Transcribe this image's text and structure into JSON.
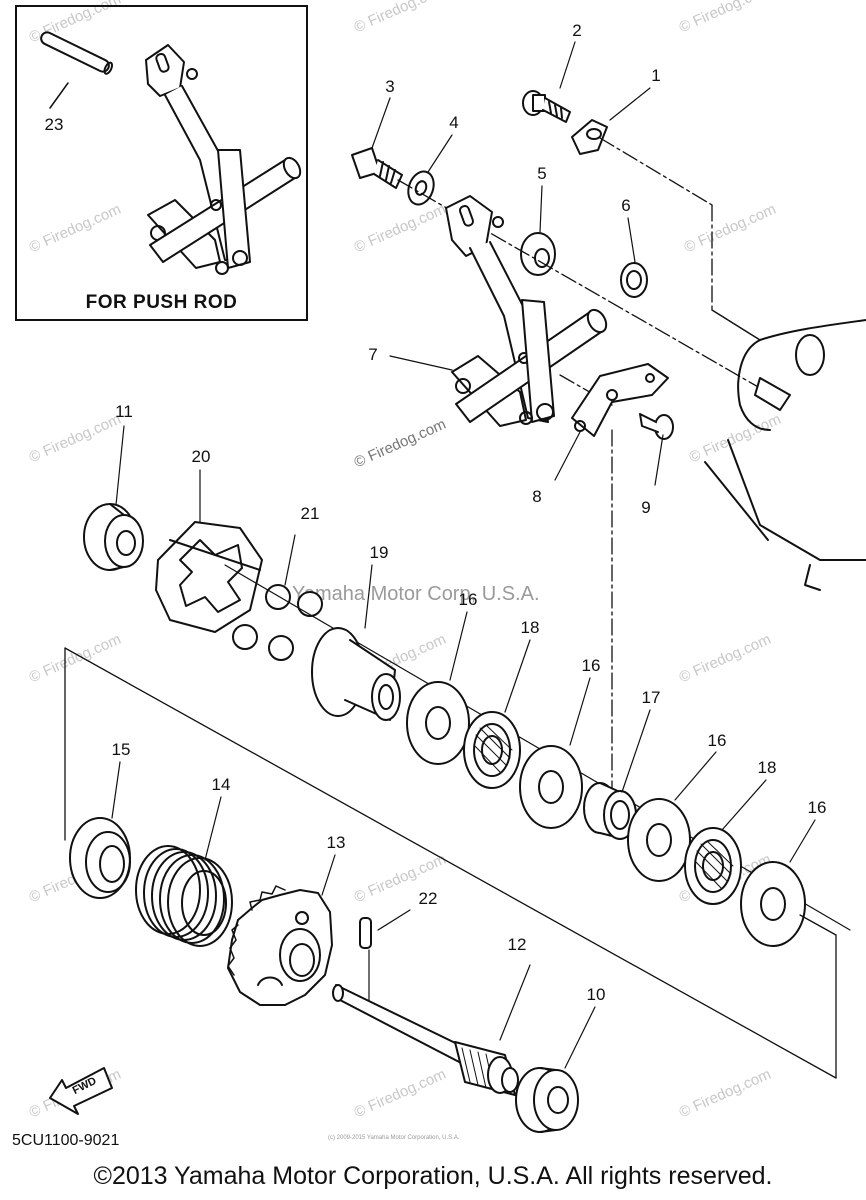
{
  "inset": {
    "label": "FOR PUSH ROD",
    "callout": "23"
  },
  "callouts": [
    "1",
    "2",
    "3",
    "4",
    "5",
    "6",
    "7",
    "8",
    "9",
    "11",
    "20",
    "21",
    "19",
    "16",
    "18",
    "16",
    "17",
    "16",
    "18",
    "16",
    "15",
    "14",
    "13",
    "22",
    "12",
    "10"
  ],
  "part_code": "5CU1100-9021",
  "fwd_label": "FWD",
  "copyright": "©2013 Yamaha Motor Corporation, U.S.A. All rights reserved.",
  "watermark_center": "Yamaha Motor Corp, U.S.A.",
  "watermark_site": "© Firedog.com",
  "micro_note": "(c) 2009-2015 Yamaha Motor Corporation, U.S.A.",
  "colors": {
    "ink": "#111111",
    "watermark": "#c8c8c8"
  }
}
